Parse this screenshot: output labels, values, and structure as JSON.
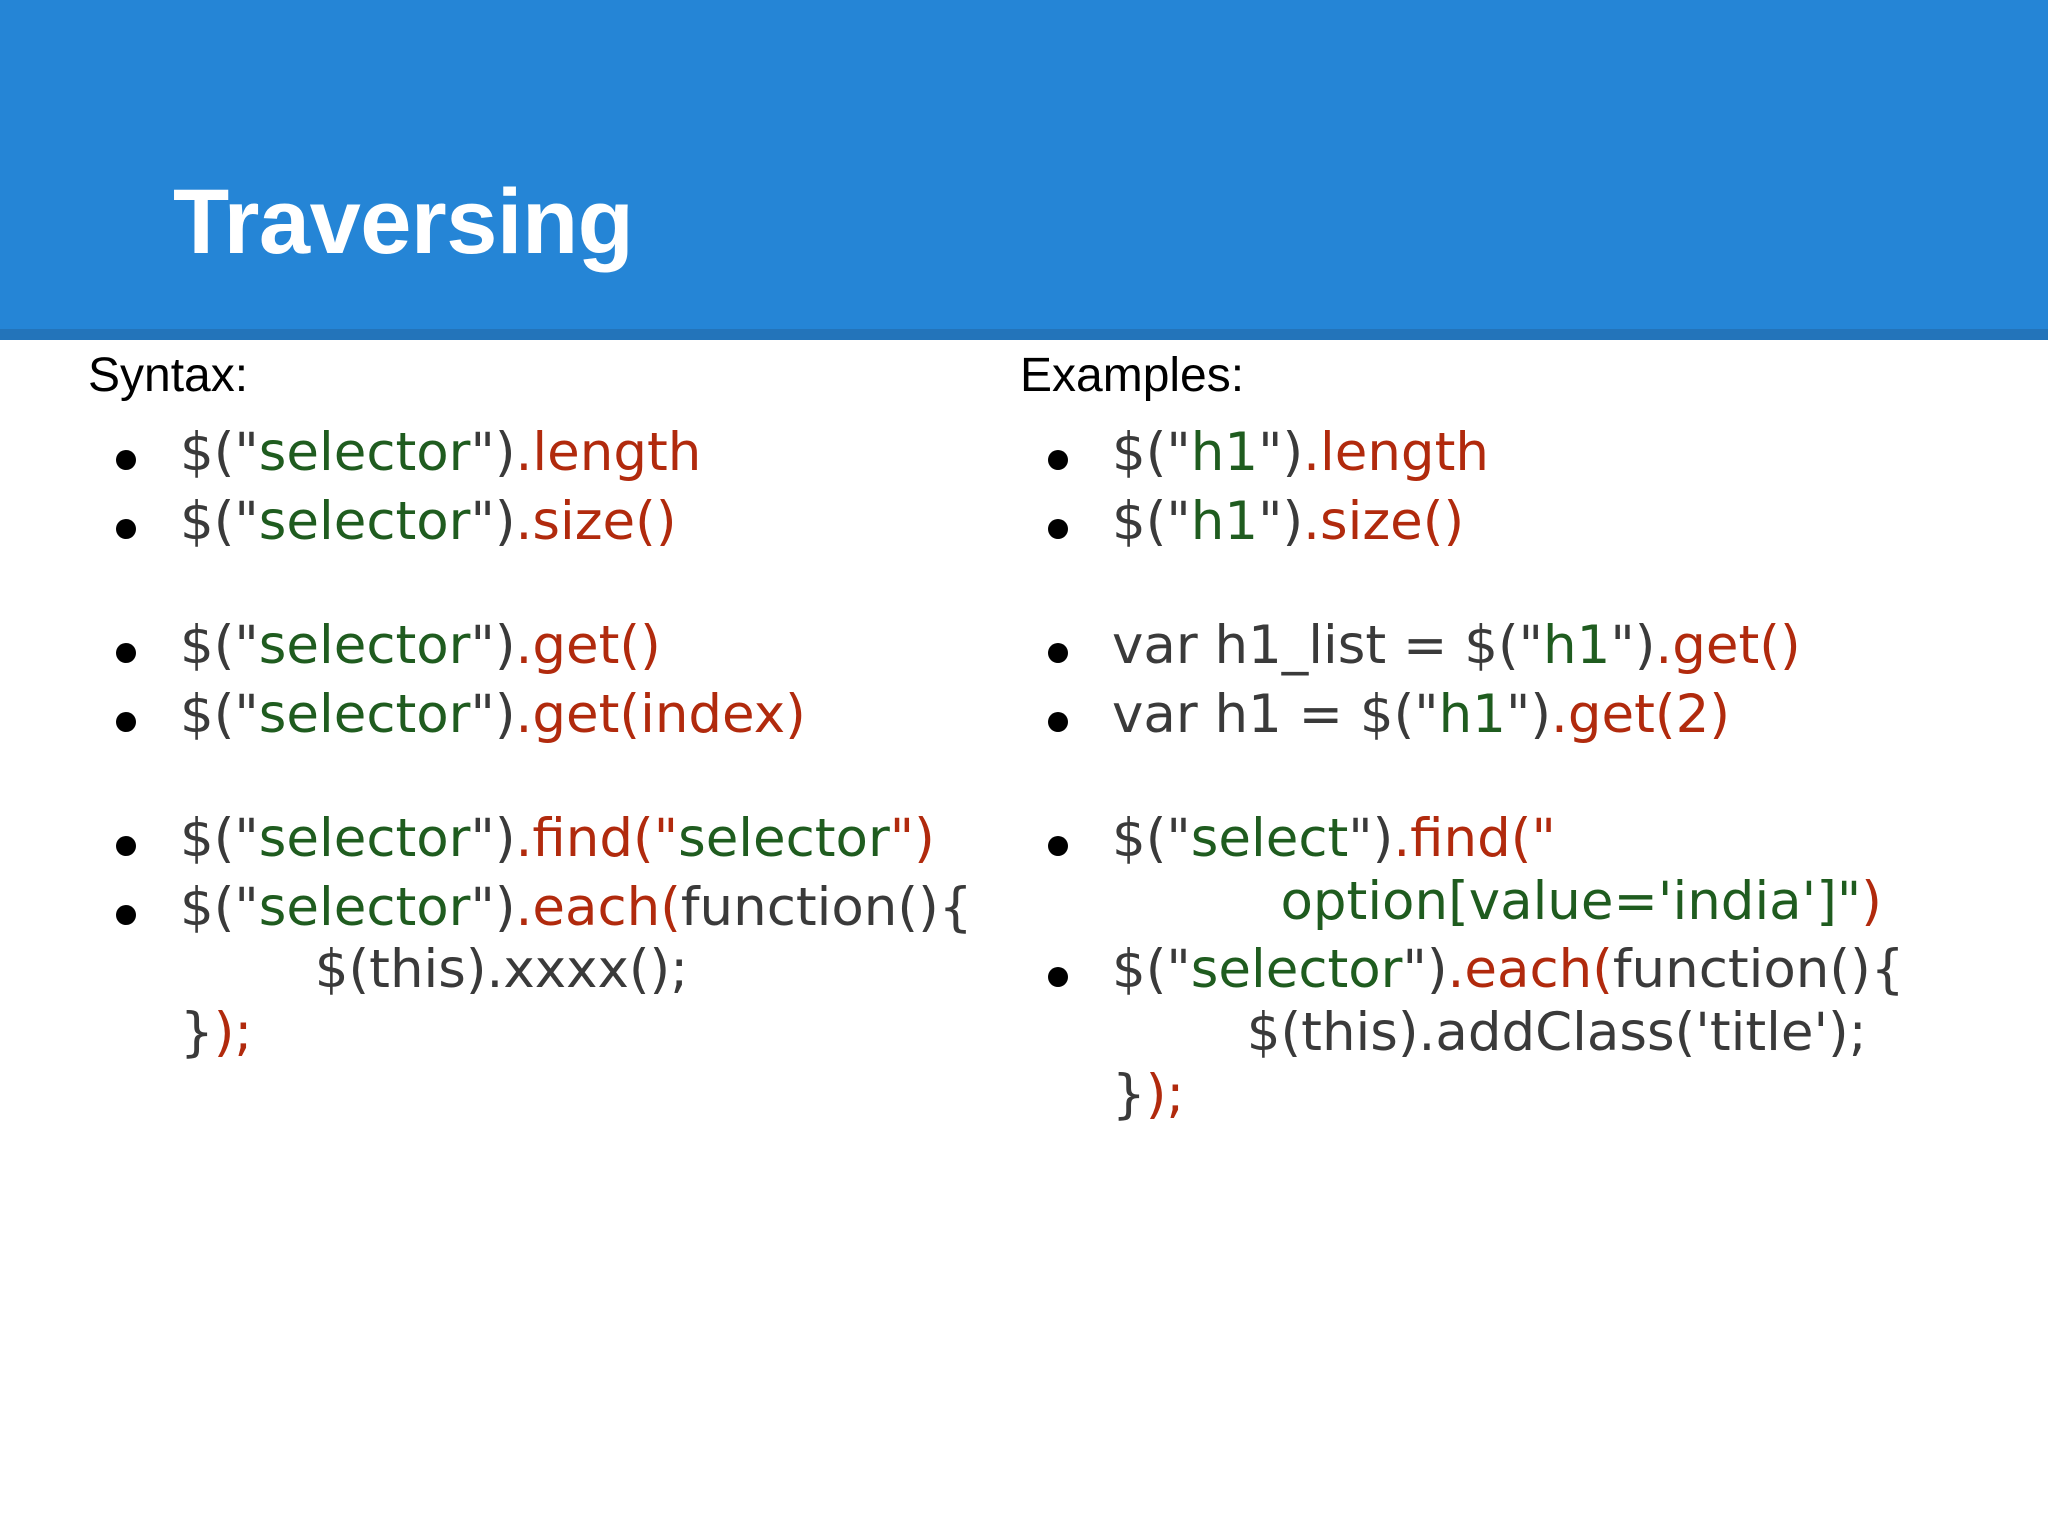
{
  "slide": {
    "title": "Traversing",
    "theme": {
      "banner_bg": "#2585d6",
      "banner_border": "#2374ba",
      "body_bg": "#ffffff",
      "title_color": "#ffffff",
      "heading_color": "#000000",
      "code_plain": "#3a3a3a",
      "code_string": "#1f5c1f",
      "code_method": "#b12a0d",
      "bullet_color": "#000000"
    }
  },
  "syntax": {
    "heading": "Syntax:",
    "items": [
      {
        "bullet": "•",
        "lines": [
          [
            {
              "t": "$(\"",
              "c": "plain"
            },
            {
              "t": "selector",
              "c": "string"
            },
            {
              "t": "\")",
              "c": "plain"
            },
            {
              "t": ".length",
              "c": "method"
            }
          ]
        ]
      },
      {
        "bullet": "•",
        "lines": [
          [
            {
              "t": "$(\"",
              "c": "plain"
            },
            {
              "t": "selector",
              "c": "string"
            },
            {
              "t": "\")",
              "c": "plain"
            },
            {
              "t": ".size()",
              "c": "method"
            }
          ]
        ]
      },
      {
        "bullet": "•",
        "spaced": true,
        "lines": [
          [
            {
              "t": "$(\"",
              "c": "plain"
            },
            {
              "t": "selector",
              "c": "string"
            },
            {
              "t": "\")",
              "c": "plain"
            },
            {
              "t": ".get()",
              "c": "method"
            }
          ]
        ]
      },
      {
        "bullet": "•",
        "lines": [
          [
            {
              "t": "$(\"",
              "c": "plain"
            },
            {
              "t": "selector",
              "c": "string"
            },
            {
              "t": "\")",
              "c": "plain"
            },
            {
              "t": ".get(index)",
              "c": "method"
            }
          ]
        ]
      },
      {
        "bullet": "•",
        "spaced": true,
        "lines": [
          [
            {
              "t": "$(\"",
              "c": "plain"
            },
            {
              "t": "selector",
              "c": "string"
            },
            {
              "t": "\")",
              "c": "plain"
            },
            {
              "t": ".find(\"",
              "c": "method"
            },
            {
              "t": "selector",
              "c": "string"
            },
            {
              "t": "\")",
              "c": "method"
            }
          ]
        ]
      },
      {
        "bullet": "•",
        "lines": [
          [
            {
              "t": "$(\"",
              "c": "plain"
            },
            {
              "t": "selector",
              "c": "string"
            },
            {
              "t": "\")",
              "c": "plain"
            },
            {
              "t": ".each(",
              "c": "method"
            },
            {
              "t": "function(){",
              "c": "plain"
            }
          ],
          [
            {
              "t": "        $(this).xxxx();",
              "c": "plain"
            }
          ],
          [
            {
              "t": "}",
              "c": "plain"
            },
            {
              "t": ");",
              "c": "method"
            }
          ]
        ]
      }
    ]
  },
  "examples": {
    "heading": "Examples:",
    "items": [
      {
        "bullet": "•",
        "lines": [
          [
            {
              "t": "$(\"",
              "c": "plain"
            },
            {
              "t": "h1",
              "c": "string"
            },
            {
              "t": "\")",
              "c": "plain"
            },
            {
              "t": ".length",
              "c": "method"
            }
          ]
        ]
      },
      {
        "bullet": "•",
        "lines": [
          [
            {
              "t": "$(\"",
              "c": "plain"
            },
            {
              "t": "h1",
              "c": "string"
            },
            {
              "t": "\")",
              "c": "plain"
            },
            {
              "t": ".size()",
              "c": "method"
            }
          ]
        ]
      },
      {
        "bullet": "•",
        "spaced": true,
        "lines": [
          [
            {
              "t": "var h1_list = $(\"",
              "c": "plain"
            },
            {
              "t": "h1",
              "c": "string"
            },
            {
              "t": "\")",
              "c": "plain"
            },
            {
              "t": ".get()",
              "c": "method"
            }
          ]
        ]
      },
      {
        "bullet": "•",
        "lines": [
          [
            {
              "t": "var h1 = $(\"",
              "c": "plain"
            },
            {
              "t": "h1",
              "c": "string"
            },
            {
              "t": "\")",
              "c": "plain"
            },
            {
              "t": ".get(2)",
              "c": "method"
            }
          ]
        ]
      },
      {
        "bullet": "•",
        "spaced": true,
        "lines": [
          [
            {
              "t": "$(\"",
              "c": "plain"
            },
            {
              "t": "select",
              "c": "string"
            },
            {
              "t": "\")",
              "c": "plain"
            },
            {
              "t": ".find(\"",
              "c": "method"
            }
          ],
          [
            {
              "t": "          option[value='india']\"",
              "c": "string"
            },
            {
              "t": ")",
              "c": "method"
            }
          ]
        ]
      },
      {
        "bullet": "•",
        "lines": [
          [
            {
              "t": "$(\"",
              "c": "plain"
            },
            {
              "t": "selector",
              "c": "string"
            },
            {
              "t": "\")",
              "c": "plain"
            },
            {
              "t": ".each(",
              "c": "method"
            },
            {
              "t": "function(){",
              "c": "plain"
            }
          ],
          [
            {
              "t": "        $(this).addClass('title');",
              "c": "plain"
            }
          ],
          [
            {
              "t": "}",
              "c": "plain"
            },
            {
              "t": ");",
              "c": "method"
            }
          ]
        ]
      }
    ]
  }
}
